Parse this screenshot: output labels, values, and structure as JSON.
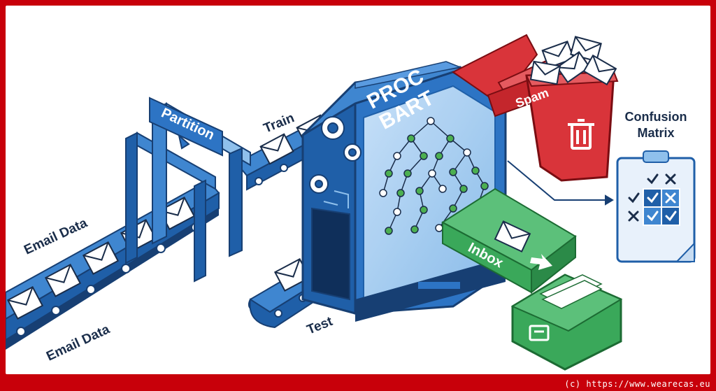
{
  "labels": {
    "partition": "Partition",
    "train": "Train",
    "test": "Test",
    "email_data_top": "Email Data",
    "email_data_bottom": "Email Data",
    "machine_line1": "PROC",
    "machine_line2": "BART",
    "spam": "Spam",
    "inbox": "Inbox",
    "confusion_line1": "Confusion",
    "confusion_line2": "Matrix"
  },
  "credit": "(c) https://www.wearecas.eu",
  "confusion_matrix": {
    "header_marks": [
      "check",
      "cross"
    ],
    "row_marks": [
      "check",
      "cross"
    ],
    "cells": [
      [
        "check",
        "cross"
      ],
      [
        "check",
        "check"
      ]
    ]
  },
  "colors": {
    "frame": "#c8000a",
    "blue_dark": "#1f5fa8",
    "blue_mid": "#3f86d0",
    "blue_light": "#8fc0ec",
    "spam_red": "#d9343a",
    "inbox_green": "#3aa85a",
    "tree_node": "#4caf50"
  }
}
